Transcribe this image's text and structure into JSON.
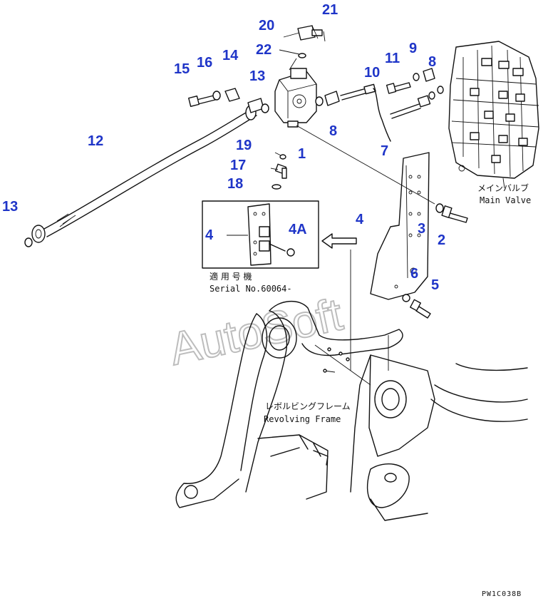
{
  "callouts": {
    "n1": "1",
    "n2": "2",
    "n3": "3",
    "n4": "4",
    "n4_inset": "4",
    "n4A": "4A",
    "n5": "5",
    "n6": "6",
    "n7": "7",
    "n8a": "8",
    "n8b": "8",
    "n9": "9",
    "n10": "10",
    "n11": "11",
    "n12": "12",
    "n13a": "13",
    "n13b": "13",
    "n14": "14",
    "n15": "15",
    "n16": "16",
    "n17": "17",
    "n18": "18",
    "n19": "19",
    "n20": "20",
    "n21": "21",
    "n22": "22"
  },
  "labels": {
    "main_valve_jp": "メインバルブ",
    "main_valve_en": "Main Valve",
    "serial_jp": "適 用 号 機",
    "serial_en": "Serial No.60064-",
    "frame_jp": "レボルビングフレーム",
    "frame_en": "Revolving Frame"
  },
  "watermark": "AutoSoft",
  "figure_code": "PW1C038B",
  "colors": {
    "callout": "#1f35c8",
    "line": "#111111",
    "watermark": "#bdbdbd"
  }
}
